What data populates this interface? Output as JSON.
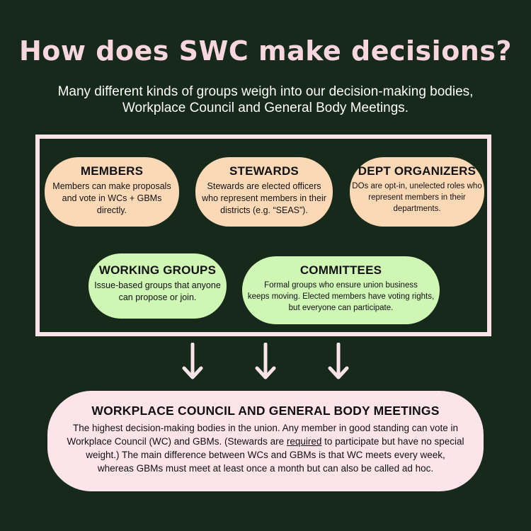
{
  "title": "How does SWC make decisions?",
  "subtitle": {
    "line1": "Many different kinds of groups weigh into our decision-making bodies,",
    "line2": "Workplace Council and General Body Meetings."
  },
  "groups": {
    "members": {
      "name": "MEMBERS",
      "lines": [
        "Members can make proposals",
        "and vote in WCs + GBMs",
        "directly."
      ]
    },
    "stewards": {
      "name": "STEWARDS",
      "lines": [
        "Stewards are elected officers",
        "who represent members in their",
        "districts (e.g. “SEAS”)."
      ]
    },
    "dept_organizers": {
      "name": "DEPT ORGANIZERS",
      "lines": [
        "DOs are opt-in, unelected roles who",
        "represent members in their",
        "departments."
      ]
    },
    "working_groups": {
      "name": "WORKING GROUPS",
      "lines": [
        "Issue-based groups that anyone",
        "can propose or join."
      ]
    },
    "committees": {
      "name": "COMMITTEES",
      "lines": [
        "Formal groups who ensure union business",
        "keeps moving. Elected members have voting rights,",
        "but everyone can participate."
      ]
    }
  },
  "decision_bodies": {
    "name": "WORKPLACE COUNCIL AND GENERAL BODY MEETINGS",
    "line1": "The highest decision-making bodies in the union. Any member in good standing can vote in",
    "line2_pre": "Workplace Council (WC) and GBMs. (Stewards are ",
    "line2_em": "required",
    "line2_post": " to participate but have no special",
    "line3": "weight.) The main difference between WCs and GBMs is that WC meets every week,",
    "line4": "whereas GBMs must meet at least once a month but can also be called ad hoc."
  },
  "colors": {
    "background": "#16291a",
    "title": "#f7d6e0",
    "frame": "#fbe3ea",
    "peach": "#fcd9b6",
    "green": "#cff6b5",
    "pink": "#fde3ea"
  }
}
